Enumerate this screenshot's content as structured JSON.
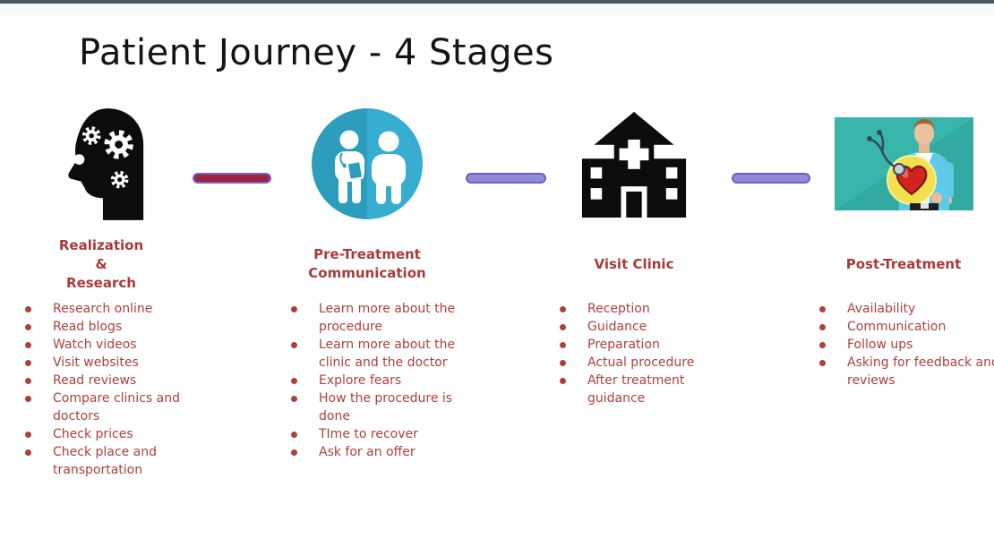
{
  "page": {
    "title": "Patient Journey - 4 Stages"
  },
  "colors": {
    "top_bar": "#47565f",
    "title_text": "#141414",
    "stage_heading": "#a83b39",
    "bullet_text": "#ad403c",
    "connector_maroon_fill": "#9e2446",
    "connector_maroon_border": "#7164c4",
    "connector_purple_fill": "#8f89d6",
    "connector_purple_border": "#6c63c0",
    "icon_black": "#0c0c0c",
    "icon_teal_dark": "#2d9dbd",
    "icon_teal_light": "#36add1",
    "illustration_teal": "#31aba1",
    "illustration_heart_red": "#cf2420",
    "illustration_circle_yellow": "#f2e14d"
  },
  "stages": [
    {
      "id": "realization-research",
      "icon": "head-gears-icon",
      "title_lines": [
        "Realization",
        "&",
        "Research"
      ],
      "bullets": [
        "Research online",
        "Read blogs",
        "Watch videos",
        "Visit websites",
        "Read reviews",
        "Compare clinics and doctors",
        "Check prices",
        "Check place and transportation"
      ]
    },
    {
      "id": "pre-treatment-communication",
      "icon": "doctor-patient-icon",
      "title_lines": [
        "Pre-Treatment",
        "Communication"
      ],
      "bullets": [
        "Learn more about the procedure",
        "Learn more about the clinic and the doctor",
        "Explore fears",
        "How the procedure is done",
        "TIme to recover",
        "Ask for an offer"
      ]
    },
    {
      "id": "visit-clinic",
      "icon": "hospital-icon",
      "title_lines": [
        "Visit Clinic"
      ],
      "bullets": [
        "Reception",
        "Guidance",
        "Preparation",
        "Actual procedure",
        "After treatment guidance"
      ]
    },
    {
      "id": "post-treatment",
      "icon": "heart-care-icon",
      "title_lines": [
        "Post-Treatment"
      ],
      "bullets": [
        "Availability",
        "Communication",
        "Follow ups",
        "Asking for feedback and reviews"
      ]
    }
  ],
  "connectors": [
    {
      "style": "maroon"
    },
    {
      "style": "purple"
    },
    {
      "style": "purple"
    }
  ]
}
